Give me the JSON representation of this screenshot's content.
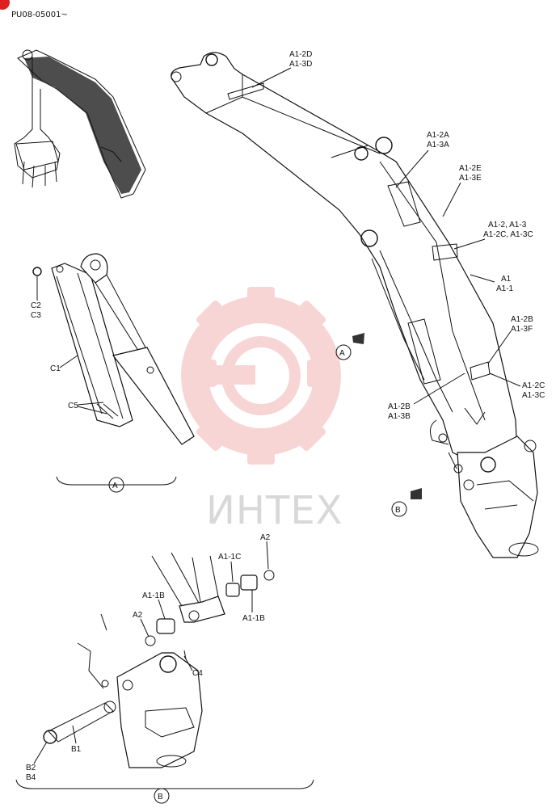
{
  "document_code": "PU08-05001~",
  "watermark": "ИНТЕХ",
  "colors": {
    "watermark_gear": "#f4b3b3",
    "watermark_text": "#d8d8d8",
    "corner_badge": "#e02020",
    "line": "#111111"
  },
  "detail_markers": {
    "a": "A",
    "b": "B"
  },
  "labels": {
    "a1_2d": "A1-2D",
    "a1_3d": "A1-3D",
    "a1_2a": "A1-2A",
    "a1_3a": "A1-3A",
    "a1_2e": "A1-2E",
    "a1_3e": "A1-3E",
    "a1_2_a1_3": "A1-2, A1-3",
    "a1_2c_a1_3c": "A1-2C, A1-3C",
    "a1": "A1",
    "a1_1": "A1-1",
    "a1_2b_r": "A1-2B",
    "a1_3f": "A1-3F",
    "a1_2c": "A1-2C",
    "a1_3c": "A1-3C",
    "a1_2b_l": "A1-2B",
    "a1_3b": "A1-3B",
    "c2": "C2",
    "c3": "C3",
    "c1": "C1",
    "c5": "C5",
    "a2_top": "A2",
    "a1_1c": "A1-1C",
    "a1_1b_l": "A1-1B",
    "a1_1b_r": "A1-1B",
    "a2_mid": "A2",
    "c4": "C4",
    "b1": "B1",
    "b2": "B2",
    "b4": "B4"
  }
}
